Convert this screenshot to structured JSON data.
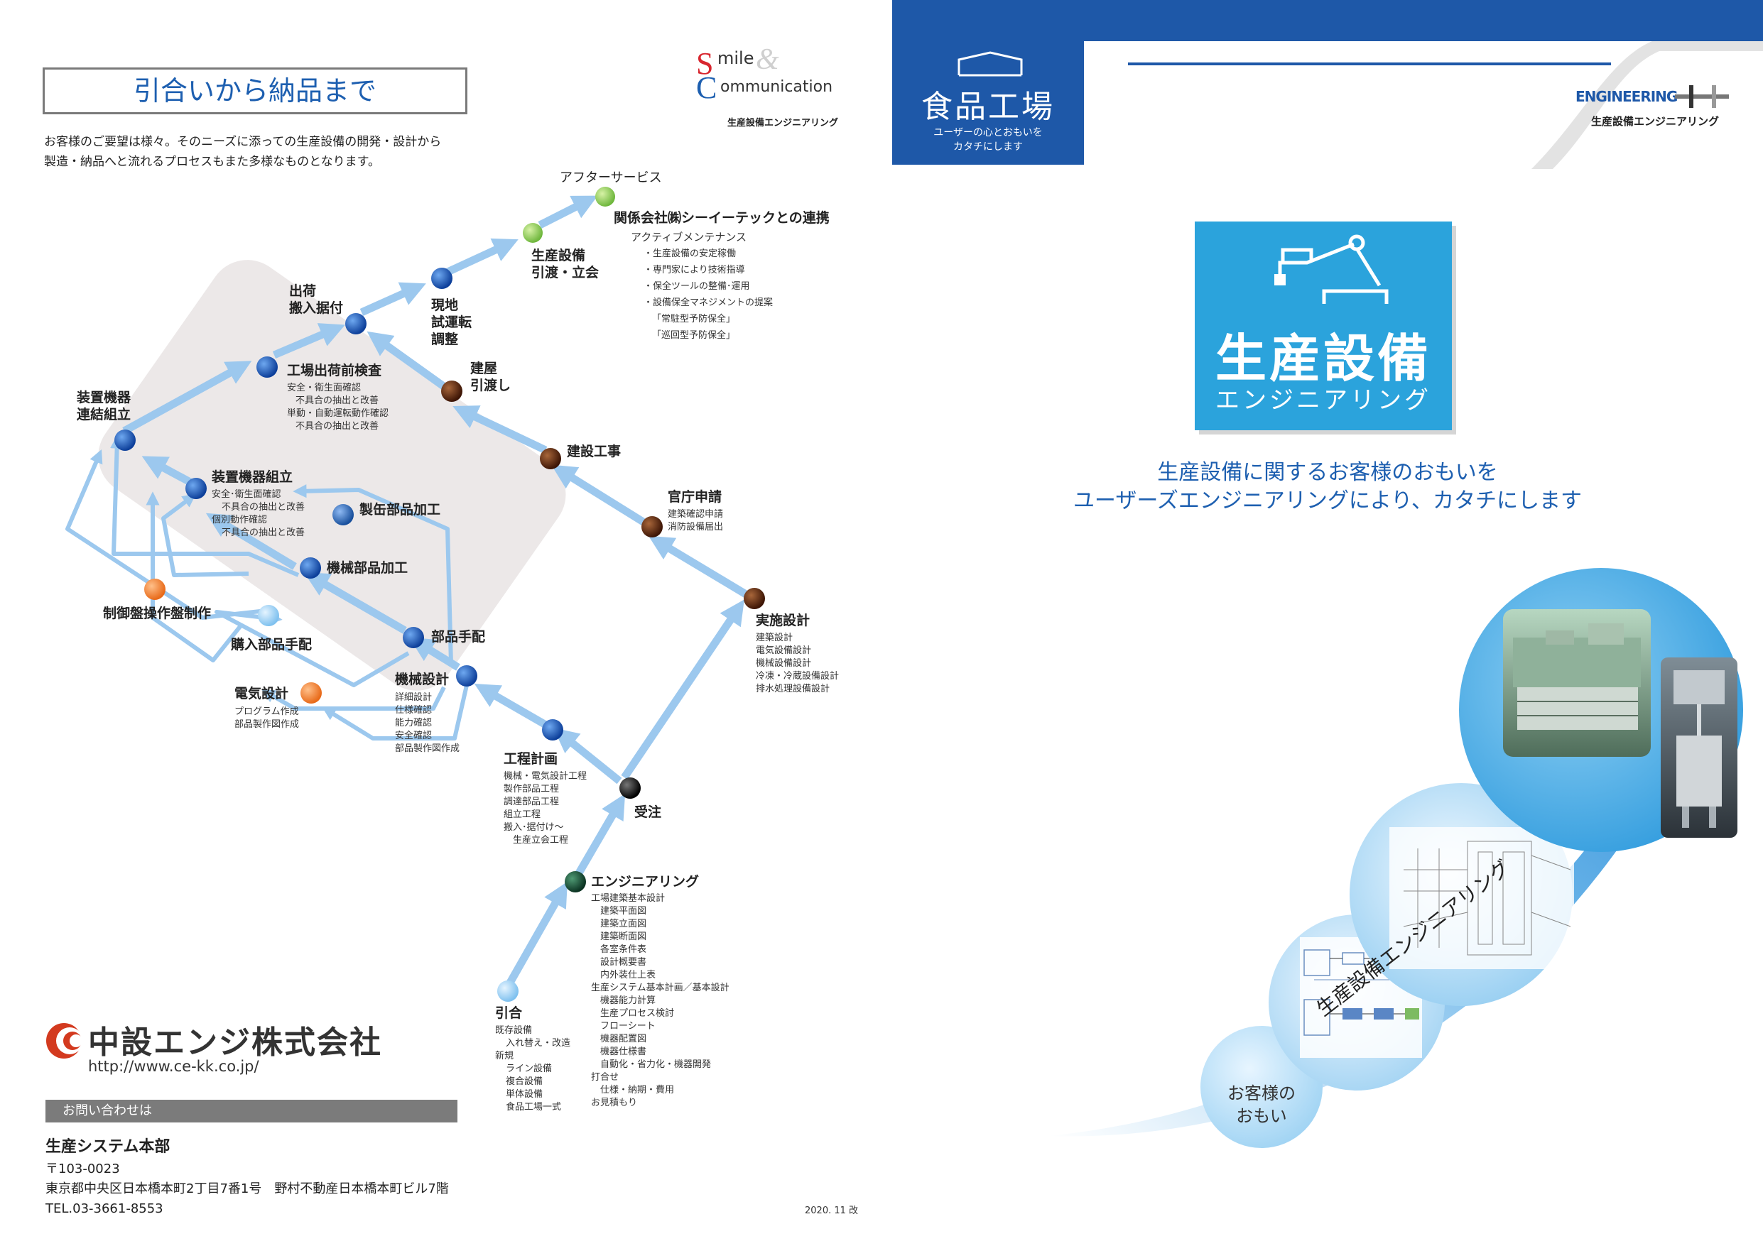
{
  "left": {
    "title": "引合いから納品まで",
    "intro_lines": [
      "お客様のご要望は様々。そのニーズに添っての生産設備の開発・設計から",
      "製造・納品へと流れるプロセスもまた多様なものとなります。"
    ],
    "logo": {
      "line1": "mile",
      "line2": "ommunication",
      "amp": "&",
      "letter1": "S",
      "letter2": "C",
      "sub": "生産設備エンジニアリング"
    },
    "steps": {
      "after_service": "アフターサービス",
      "kankei": "関係会社㈱シーイーテックとの連携",
      "kankei_sub": [
        "アクティブメンテナンス",
        "・生産設備の安定稼働",
        "・専門家により技術指導",
        "・保全ツールの整備･運用",
        "・設備保全マネジメントの提案",
        "「常駐型予防保全」",
        "「巡回型予防保全」"
      ],
      "hikiwatashi": [
        "生産設備",
        "引渡・立会"
      ],
      "genchi": [
        "現地",
        "試運転",
        "調整"
      ],
      "shukka": [
        "出荷",
        "搬入据付"
      ],
      "kenoku": [
        "建屋",
        "引渡し"
      ],
      "kojo": "工場出荷前検査",
      "kojo_sub": [
        "安全・衛生面確認",
        "不具合の抽出と改善",
        "単動・自動運転動作確認",
        "不具合の抽出と改善"
      ],
      "renketsu": [
        "装置機器",
        "連結組立"
      ],
      "sochi": "装置機器組立",
      "sochi_sub": [
        "安全･衛生面確認",
        "不具合の抽出と改善",
        "個別動作確認",
        "不具合の抽出と改善"
      ],
      "seikan": "製缶部品加工",
      "kikai_kako": "機械部品加工",
      "seigyo": "制御盤操作盤制作",
      "konyu": "購入部品手配",
      "buhin": "部品手配",
      "denki": "電気設計",
      "denki_sub": [
        "プログラム作成",
        "部品製作図作成"
      ],
      "kikai_sekkei": "機械設計",
      "kikai_sekkei_sub": [
        "詳細設計",
        "仕様確認",
        "能力確認",
        "安全確認",
        "部品製作図作成"
      ],
      "kensetsu": "建設工事",
      "kancho": "官庁申請",
      "kancho_sub": [
        "建築確認申請",
        "消防設備届出"
      ],
      "jisshi": "実施設計",
      "jisshi_sub": [
        "建築設計",
        "電気設備設計",
        "機械設備設計",
        "冷凍・冷蔵設備設計",
        "排水処理設備設計"
      ],
      "kotei": "工程計画",
      "kotei_sub": [
        "機械・電気設計工程",
        "製作部品工程",
        "調達部品工程",
        "組立工程",
        "搬入･据付け～",
        "生産立会工程"
      ],
      "juchu": "受注",
      "engineering": "エンジニアリング",
      "engineering_sub": [
        "工場建築基本設計",
        "建築平面図",
        "建築立面図",
        "建築断面図",
        "各室条件表",
        "設計概要書",
        "内外装仕上表",
        "生産システム基本計画／基本設計",
        "機器能力計算",
        "生産プロセス検討",
        "フローシート",
        "機器配置図",
        "機器仕様書",
        "自動化・省力化・機器開発",
        "打合せ",
        "仕様・納期・費用",
        "お見積もり"
      ],
      "hikiai": "引合",
      "hikiai_sub": [
        "既存設備",
        "入れ替え・改造",
        "新規",
        "ライン設備",
        "複合設備",
        "単体設備",
        "食品工場一式"
      ]
    },
    "company": {
      "name": "中設エンジ株式会社",
      "url": "http://www.ce-kk.co.jp/"
    },
    "contact": {
      "bar": "お問い合わせは",
      "dept": "生産システム本部",
      "zip": "〒103-0023",
      "address": "東京都中央区日本橋本町2丁目7番1号　野村不動産日本橋本町ビル7階",
      "tel": "TEL.03-3661-8553"
    },
    "date": "2020. 11 改"
  },
  "right": {
    "header": {
      "title": "食品工場",
      "sub1": "ユーザーの心とおもいを",
      "sub2": "カタチにします"
    },
    "eng_logo": {
      "text": "ENGINEERING",
      "sub": "生産設備エンジニアリング"
    },
    "badge": {
      "main": "生産設備",
      "sub": "エンジニアリング"
    },
    "tagline1": "生産設備に関するお客様のおもいを",
    "tagline2": "ユーザーズエンジニアリングにより、カタチにします",
    "circle_small": [
      "お客様の",
      "おもい"
    ],
    "arrow_text": "生産設備エンジニアリング"
  },
  "colors": {
    "brand_blue": "#1d5fb0",
    "header_blue": "#1e58a8",
    "badge_blue": "#2ba3dc",
    "arrow_blue": "#9cc8ee"
  }
}
